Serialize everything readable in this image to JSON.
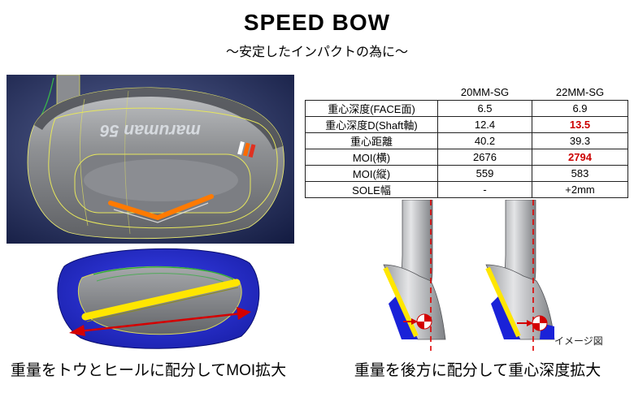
{
  "header": {
    "title": "SPEED BOW",
    "subtitle": "～安定したインパクトの為に～"
  },
  "table": {
    "col_header_20": "20MM-SG",
    "col_header_22": "22MM-SG",
    "rows": [
      {
        "label": "重心深度(FACE面)",
        "v20": "6.5",
        "v22": "6.9"
      },
      {
        "label": "重心深度D(Shaft軸)",
        "v20": "12.4",
        "v22": "13.5"
      },
      {
        "label": "重心距離",
        "v20": "40.2",
        "v22": "39.3"
      },
      {
        "label": "MOI(横)",
        "v20": "2676",
        "v22": "2794"
      },
      {
        "label": "MOI(縦)",
        "v20": "559",
        "v22": "583"
      },
      {
        "label": "SOLE幅",
        "v20": "-",
        "v22": "+2mm"
      }
    ]
  },
  "captions": {
    "left": "重量をトウとヒールに配分してMOI拡大",
    "right": "重量を後方に配分して重心深度拡大",
    "image_note": "イメージ図"
  },
  "images": {
    "brand": "maruman 56"
  },
  "colors": {
    "highlight_red": "#cc0000",
    "weight_bar_yellow": "#ffe600",
    "sole_blue": "#1a22d8",
    "chevron_orange": "#ff7a00",
    "render_bg_navy": "#1a2147"
  }
}
